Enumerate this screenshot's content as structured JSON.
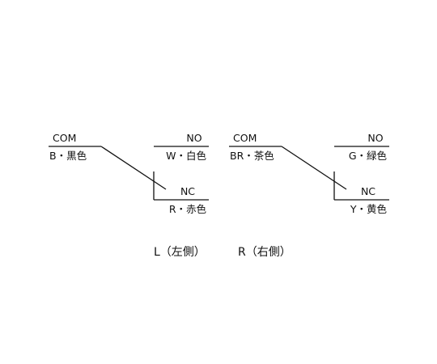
{
  "switches": [
    {
      "com_label": "COM",
      "com_color": "B・黒色",
      "no_label": "NO",
      "no_color": "W・白色",
      "nc_label": "NC",
      "nc_color": "R・赤色",
      "caption": "L（左側）"
    },
    {
      "com_label": "COM",
      "com_color": "BR・茶色",
      "no_label": "NO",
      "no_color": "G・緑色",
      "nc_label": "NC",
      "nc_color": "Y・黄色",
      "caption": "R（右側）"
    }
  ]
}
